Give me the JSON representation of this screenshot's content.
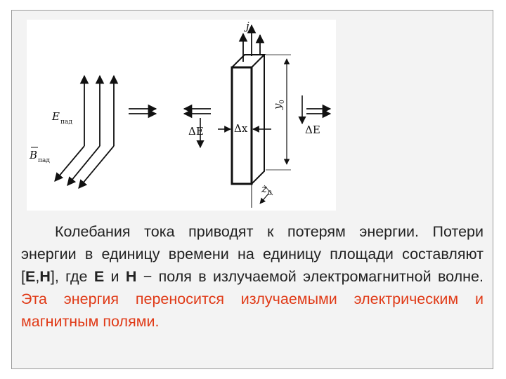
{
  "diagram": {
    "labels": {
      "e_fall": "E",
      "e_fall_sub": "пад",
      "b_fall": "B",
      "b_fall_sub": "пад",
      "delta_e_left": "ΔE",
      "delta_e_right": "ΔE",
      "delta_x": "Δx",
      "j": "j",
      "y0": "y",
      "y0_sub": "0",
      "z0": "z",
      "z0_sub": "0"
    }
  },
  "text": {
    "p1": "Колебания тока приводят к потерям энергии. Потери энергии в единицу времени на единицу площади составляют [",
    "bold_e": "E",
    "comma": ",",
    "bold_h": "H",
    "p2": "], где ",
    "bold_e2": "E",
    "and": " и ",
    "bold_h2": "H",
    "p3": " − поля в излучаемой электромагнитной волне. ",
    "highlight": "Эта энергия переносится излучаемыми электрическим и магнитным полями."
  }
}
